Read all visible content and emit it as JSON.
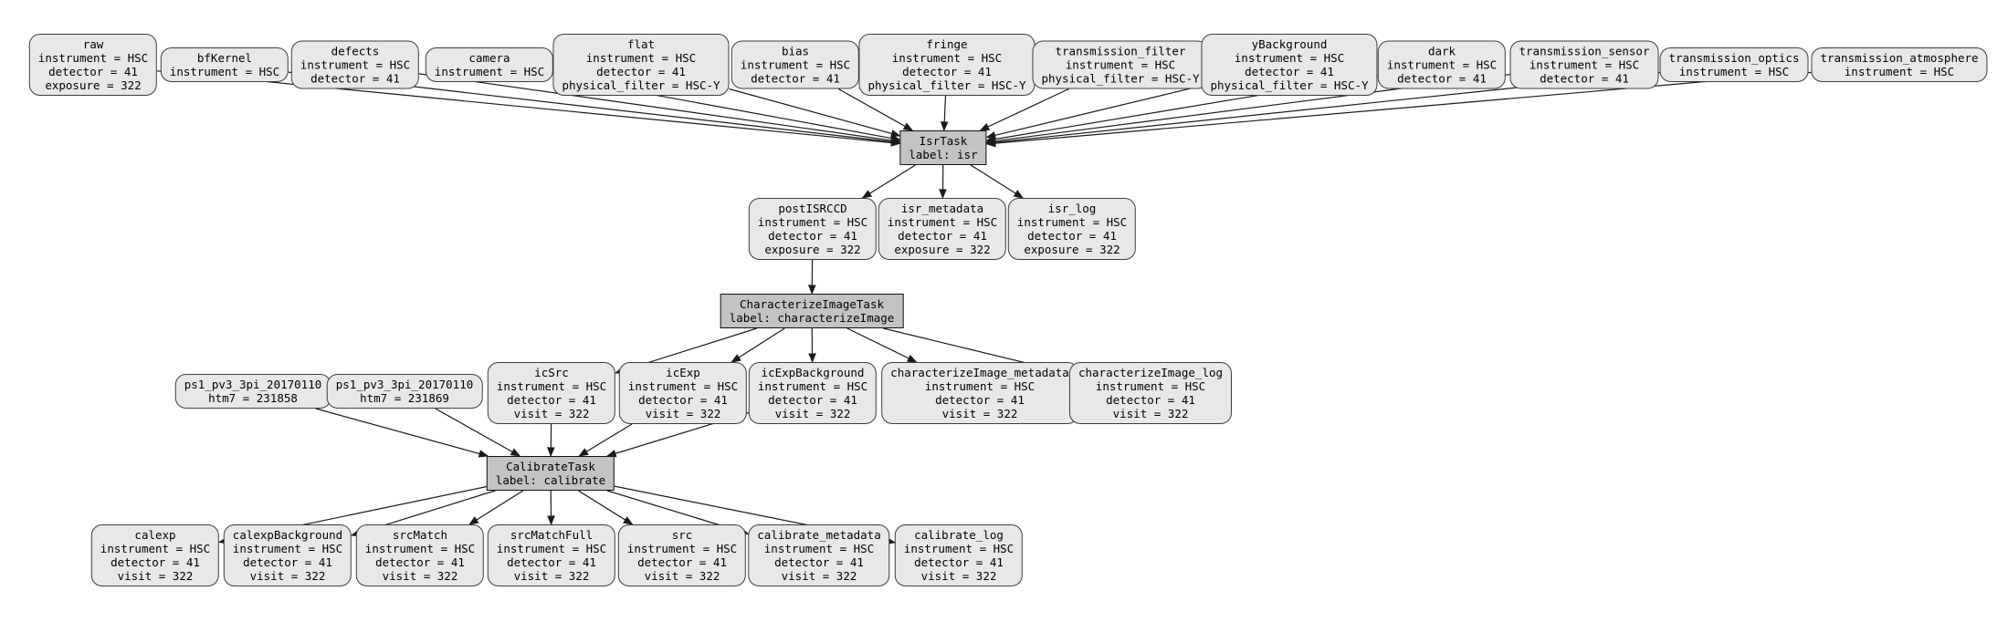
{
  "graph": {
    "colors": {
      "background": "#ffffff",
      "dataset_fill": "#e8e8e8",
      "dataset_border": "#3c3c3c",
      "task_fill": "#c3c3c3",
      "task_border": "#111111",
      "edge": "#1a1a1a",
      "text": "#000000"
    },
    "datasets": [
      {
        "id": "raw",
        "name": "raw",
        "attrs": [
          "instrument = HSC",
          "detector = 41",
          "exposure = 322"
        ]
      },
      {
        "id": "bfKernel",
        "name": "bfKernel",
        "attrs": [
          "instrument = HSC"
        ]
      },
      {
        "id": "defects",
        "name": "defects",
        "attrs": [
          "instrument = HSC",
          "detector = 41"
        ]
      },
      {
        "id": "camera",
        "name": "camera",
        "attrs": [
          "instrument = HSC"
        ]
      },
      {
        "id": "flat",
        "name": "flat",
        "attrs": [
          "instrument = HSC",
          "detector = 41",
          "physical_filter = HSC-Y"
        ]
      },
      {
        "id": "bias",
        "name": "bias",
        "attrs": [
          "instrument = HSC",
          "detector = 41"
        ]
      },
      {
        "id": "fringe",
        "name": "fringe",
        "attrs": [
          "instrument = HSC",
          "detector = 41",
          "physical_filter = HSC-Y"
        ]
      },
      {
        "id": "transmission_filter",
        "name": "transmission_filter",
        "attrs": [
          "instrument = HSC",
          "physical_filter = HSC-Y"
        ]
      },
      {
        "id": "yBackground",
        "name": "yBackground",
        "attrs": [
          "instrument = HSC",
          "detector = 41",
          "physical_filter = HSC-Y"
        ]
      },
      {
        "id": "dark",
        "name": "dark",
        "attrs": [
          "instrument = HSC",
          "detector = 41"
        ]
      },
      {
        "id": "transmission_sensor",
        "name": "transmission_sensor",
        "attrs": [
          "instrument = HSC",
          "detector = 41"
        ]
      },
      {
        "id": "transmission_optics",
        "name": "transmission_optics",
        "attrs": [
          "instrument = HSC"
        ]
      },
      {
        "id": "transmission_atmosphere",
        "name": "transmission_atmosphere",
        "attrs": [
          "instrument = HSC"
        ]
      },
      {
        "id": "postISRCCD",
        "name": "postISRCCD",
        "attrs": [
          "instrument = HSC",
          "detector = 41",
          "exposure = 322"
        ]
      },
      {
        "id": "isr_metadata",
        "name": "isr_metadata",
        "attrs": [
          "instrument = HSC",
          "detector = 41",
          "exposure = 322"
        ]
      },
      {
        "id": "isr_log",
        "name": "isr_log",
        "attrs": [
          "instrument = HSC",
          "detector = 41",
          "exposure = 322"
        ]
      },
      {
        "id": "ps1_a",
        "name": "ps1_pv3_3pi_20170110",
        "attrs": [
          "htm7 = 231858"
        ]
      },
      {
        "id": "ps1_b",
        "name": "ps1_pv3_3pi_20170110",
        "attrs": [
          "htm7 = 231869"
        ]
      },
      {
        "id": "icSrc",
        "name": "icSrc",
        "attrs": [
          "instrument = HSC",
          "detector = 41",
          "visit = 322"
        ]
      },
      {
        "id": "icExp",
        "name": "icExp",
        "attrs": [
          "instrument = HSC",
          "detector = 41",
          "visit = 322"
        ]
      },
      {
        "id": "icExpBackground",
        "name": "icExpBackground",
        "attrs": [
          "instrument = HSC",
          "detector = 41",
          "visit = 322"
        ]
      },
      {
        "id": "characterizeImage_metadata",
        "name": "characterizeImage_metadata",
        "attrs": [
          "instrument = HSC",
          "detector = 41",
          "visit = 322"
        ]
      },
      {
        "id": "characterizeImage_log",
        "name": "characterizeImage_log",
        "attrs": [
          "instrument = HSC",
          "detector = 41",
          "visit = 322"
        ]
      },
      {
        "id": "calexp",
        "name": "calexp",
        "attrs": [
          "instrument = HSC",
          "detector = 41",
          "visit = 322"
        ]
      },
      {
        "id": "calexpBackground",
        "name": "calexpBackground",
        "attrs": [
          "instrument = HSC",
          "detector = 41",
          "visit = 322"
        ]
      },
      {
        "id": "srcMatch",
        "name": "srcMatch",
        "attrs": [
          "instrument = HSC",
          "detector = 41",
          "visit = 322"
        ]
      },
      {
        "id": "srcMatchFull",
        "name": "srcMatchFull",
        "attrs": [
          "instrument = HSC",
          "detector = 41",
          "visit = 322"
        ]
      },
      {
        "id": "src",
        "name": "src",
        "attrs": [
          "instrument = HSC",
          "detector = 41",
          "visit = 322"
        ]
      },
      {
        "id": "calibrate_metadata",
        "name": "calibrate_metadata",
        "attrs": [
          "instrument = HSC",
          "detector = 41",
          "visit = 322"
        ]
      },
      {
        "id": "calibrate_log",
        "name": "calibrate_log",
        "attrs": [
          "instrument = HSC",
          "detector = 41",
          "visit = 322"
        ]
      }
    ],
    "tasks": [
      {
        "id": "isr",
        "name": "IsrTask",
        "label": "label: isr"
      },
      {
        "id": "characterizeImage",
        "name": "CharacterizeImageTask",
        "label": "label: characterizeImage"
      },
      {
        "id": "calibrate",
        "name": "CalibrateTask",
        "label": "label: calibrate"
      }
    ],
    "edges": [
      [
        "raw",
        "isr"
      ],
      [
        "bfKernel",
        "isr"
      ],
      [
        "defects",
        "isr"
      ],
      [
        "camera",
        "isr"
      ],
      [
        "flat",
        "isr"
      ],
      [
        "bias",
        "isr"
      ],
      [
        "fringe",
        "isr"
      ],
      [
        "transmission_filter",
        "isr"
      ],
      [
        "yBackground",
        "isr"
      ],
      [
        "dark",
        "isr"
      ],
      [
        "transmission_sensor",
        "isr"
      ],
      [
        "transmission_optics",
        "isr"
      ],
      [
        "transmission_atmosphere",
        "isr"
      ],
      [
        "isr",
        "postISRCCD"
      ],
      [
        "isr",
        "isr_metadata"
      ],
      [
        "isr",
        "isr_log"
      ],
      [
        "postISRCCD",
        "characterizeImage"
      ],
      [
        "characterizeImage",
        "icSrc"
      ],
      [
        "characterizeImage",
        "icExp"
      ],
      [
        "characterizeImage",
        "icExpBackground"
      ],
      [
        "characterizeImage",
        "characterizeImage_metadata"
      ],
      [
        "characterizeImage",
        "characterizeImage_log"
      ],
      [
        "ps1_a",
        "calibrate"
      ],
      [
        "ps1_b",
        "calibrate"
      ],
      [
        "icSrc",
        "calibrate"
      ],
      [
        "icExp",
        "calibrate"
      ],
      [
        "icExpBackground",
        "calibrate"
      ],
      [
        "calibrate",
        "calexp"
      ],
      [
        "calibrate",
        "calexpBackground"
      ],
      [
        "calibrate",
        "srcMatch"
      ],
      [
        "calibrate",
        "srcMatchFull"
      ],
      [
        "calibrate",
        "src"
      ],
      [
        "calibrate",
        "calibrate_metadata"
      ],
      [
        "calibrate",
        "calibrate_log"
      ]
    ]
  }
}
